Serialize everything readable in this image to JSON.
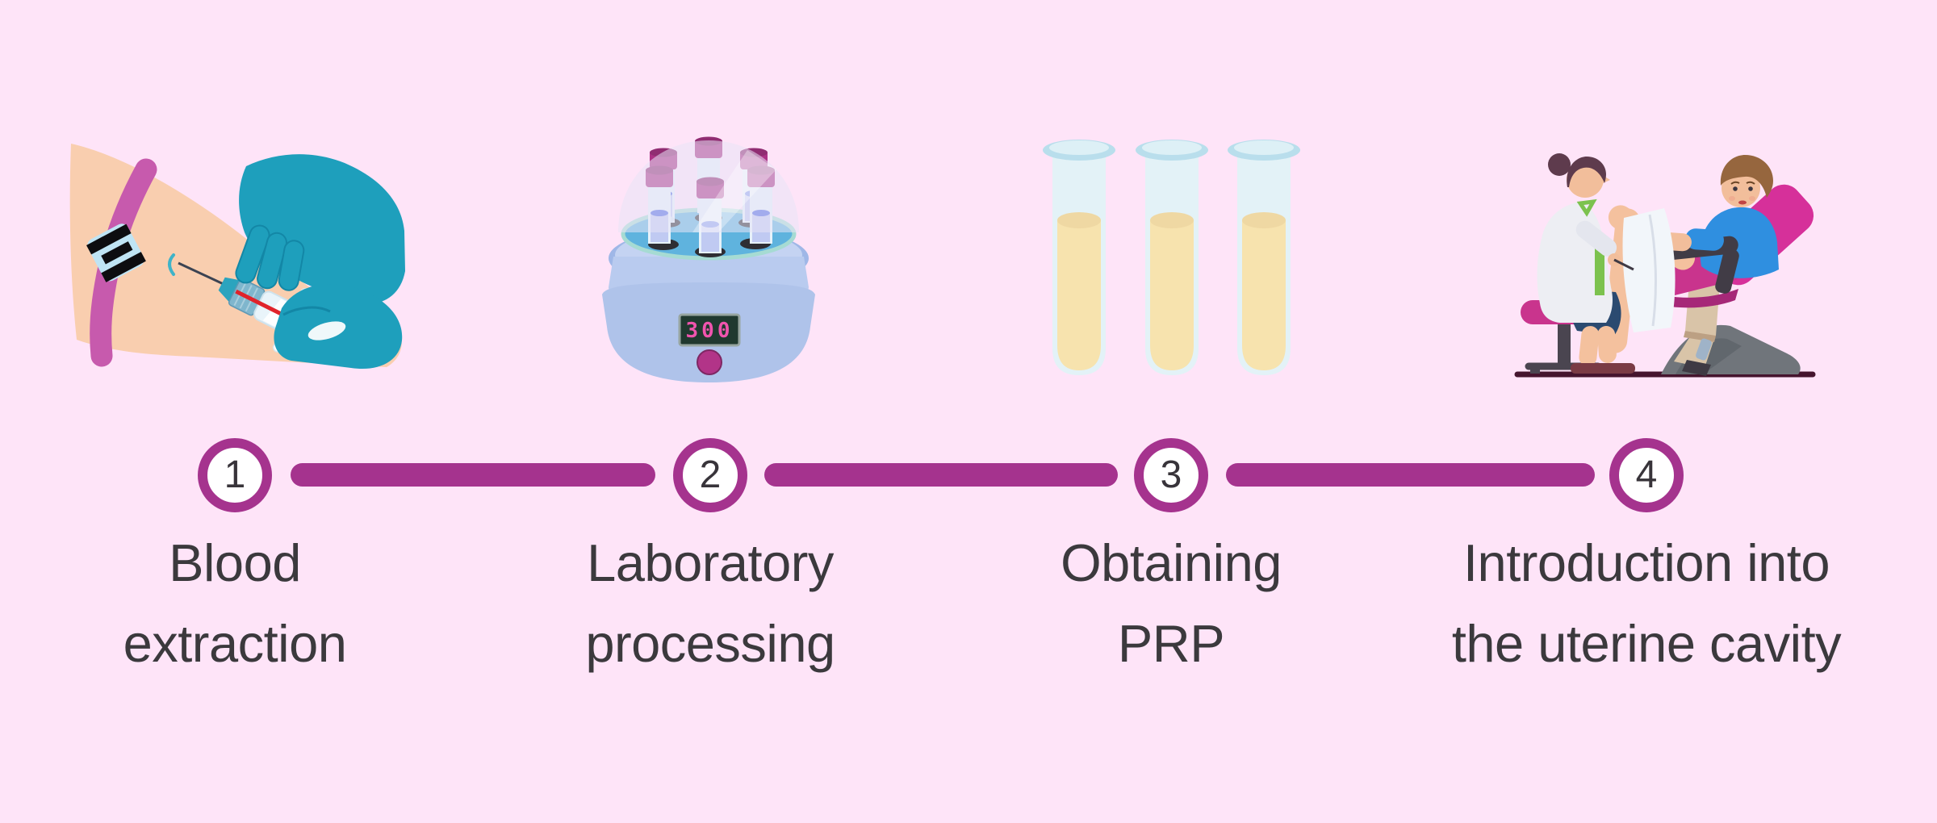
{
  "page": {
    "background_color": "#FEE4F8",
    "accent_color": "#A5338E",
    "text_color": "#3B393D",
    "step_circle_fill": "#FFFFFF"
  },
  "timeline": {
    "connector_color": "#A5338E",
    "marker_count": 4
  },
  "steps": [
    {
      "number": "1",
      "label_line1": "Blood",
      "label_line2": "extraction",
      "icon": "blood-extraction-illustration"
    },
    {
      "number": "2",
      "label_line1": "Laboratory",
      "label_line2": "processing",
      "icon": "centrifuge-illustration",
      "centrifuge_display": "300"
    },
    {
      "number": "3",
      "label_line1": "Obtaining",
      "label_line2": "PRP",
      "icon": "prp-test-tubes-illustration"
    },
    {
      "number": "4",
      "label_line1": "Introduction into",
      "label_line2": "the uterine cavity",
      "icon": "gynecological-chair-illustration"
    }
  ]
}
